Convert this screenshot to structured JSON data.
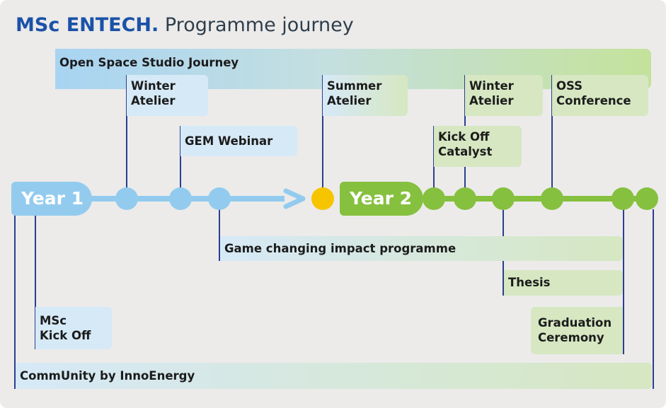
{
  "title": {
    "brand": "MSc ENTECH.",
    "rest": " Programme journey"
  },
  "years": {
    "year1": "Year 1",
    "year2": "Year 2"
  },
  "labels": {
    "open_space_studio": "Open Space Studio Journey",
    "winter_atelier_1": "Winter\nAtelier",
    "gem_webinar": "GEM Webinar",
    "summer_atelier": "Summer\nAtelier",
    "winter_atelier_2": "Winter\nAtelier",
    "oss_conference": "OSS\nConference",
    "kick_off_catalyst": "Kick Off\nCatalyst",
    "game_changing": "Game changing impact programme",
    "thesis": "Thesis",
    "graduation": "Graduation\nCeremony",
    "msc_kick_off": "MSc\nKick Off",
    "community": "CommUnity by InnoEnergy"
  },
  "colors": {
    "year1": "#93cbef",
    "year2": "#86c03f",
    "transition": "#f7c400",
    "connector": "#2b3f8f",
    "brand": "#1b52a8"
  }
}
